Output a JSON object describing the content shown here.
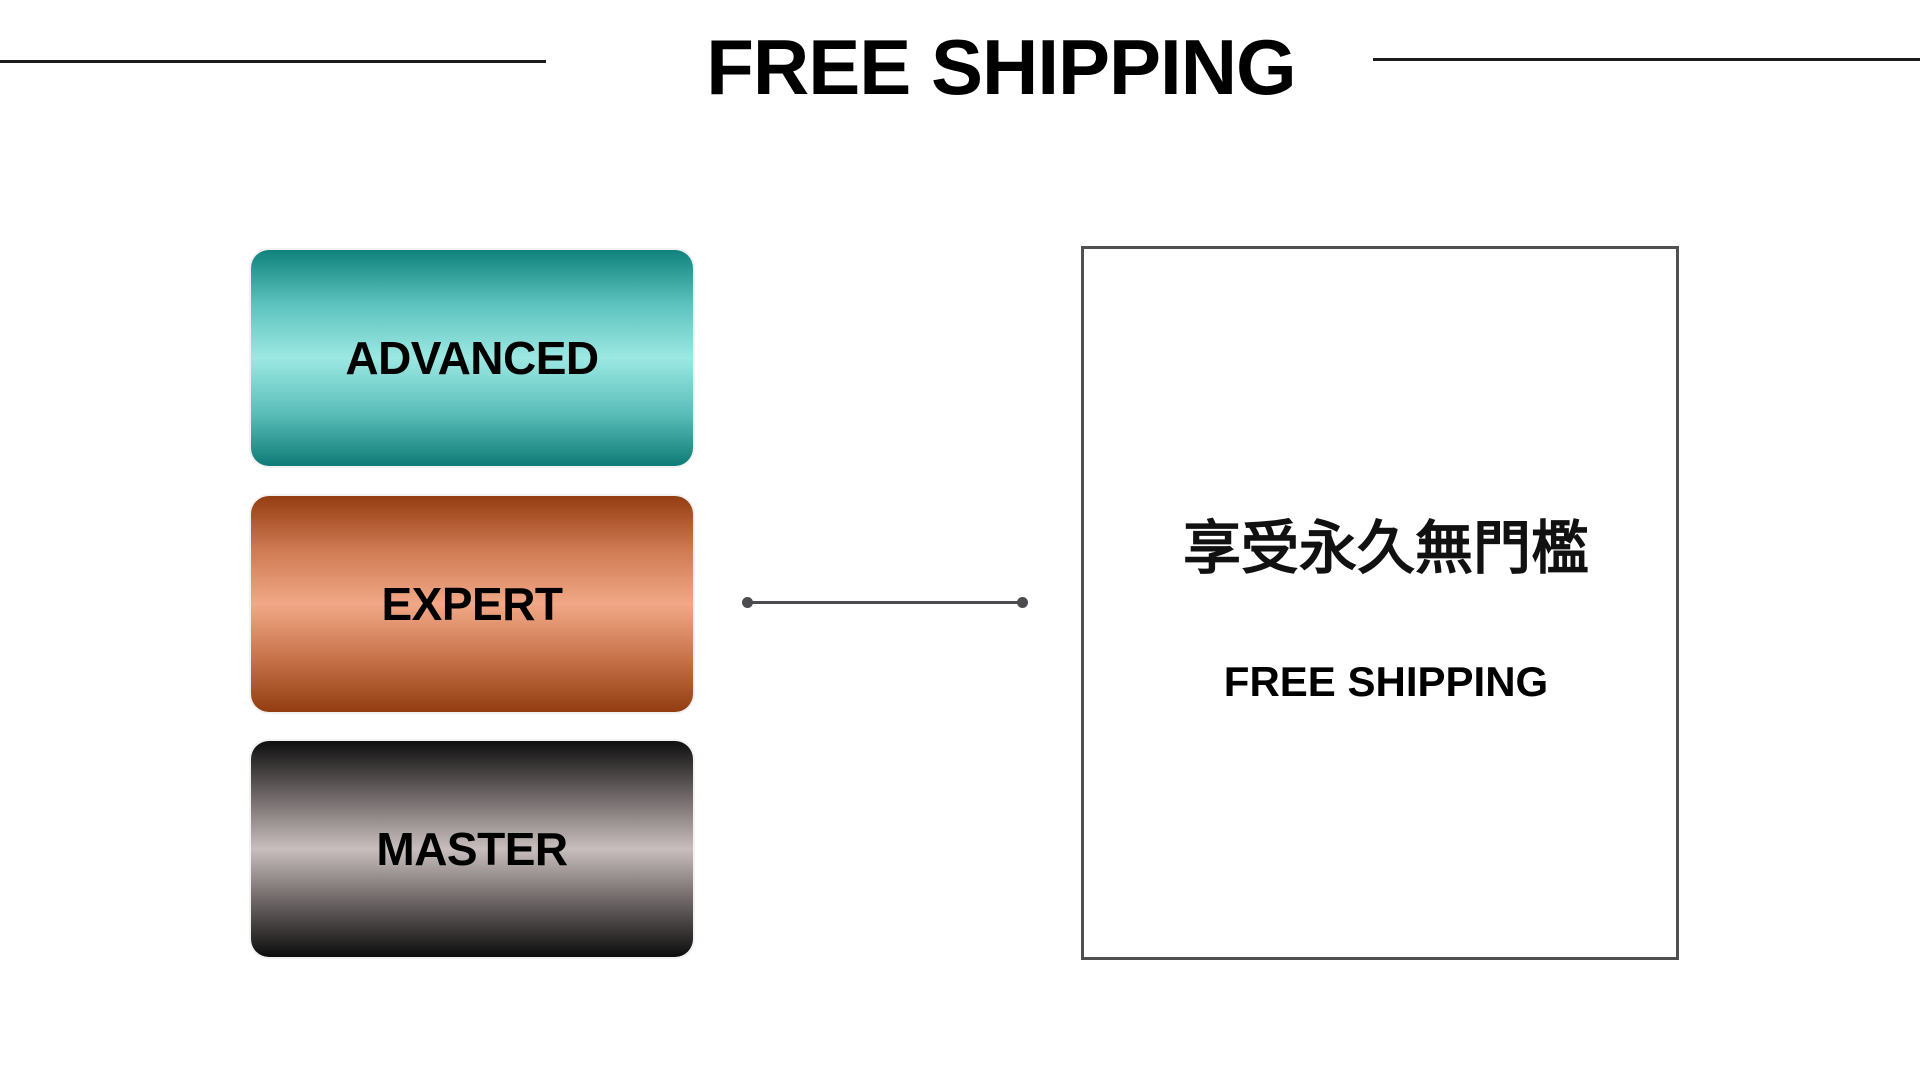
{
  "header": {
    "title": "FREE SHIPPING"
  },
  "tiers": [
    {
      "label": "ADVANCED",
      "color": "#9ce8e3"
    },
    {
      "label": "EXPERT",
      "color": "#f1a886"
    },
    {
      "label": "MASTER",
      "color": "#c8bebe"
    }
  ],
  "info": {
    "headline": "享受永久無門檻",
    "subheadline": "FREE SHIPPING"
  },
  "colors": {
    "text": "#000000",
    "rule": "#1c1c1c",
    "connector": "#4b4b50",
    "border": "#505050"
  }
}
